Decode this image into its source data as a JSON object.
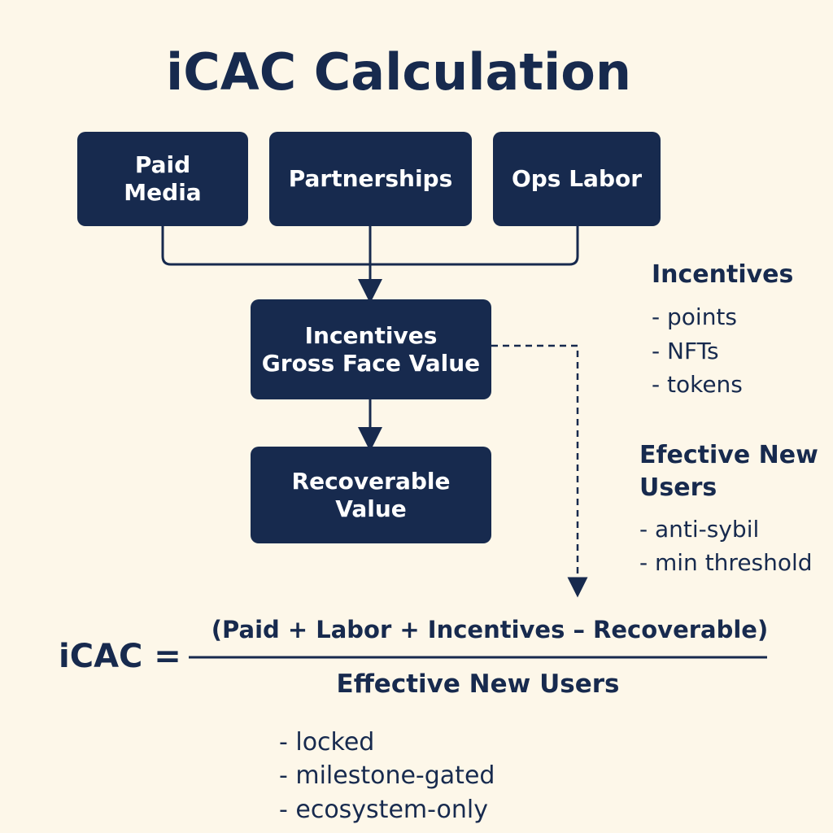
{
  "title": "iCAC Calculation",
  "boxes": {
    "paid_media": [
      "Paid",
      "Media"
    ],
    "partnerships": "Partnerships",
    "ops_labor": "Ops Labor",
    "incentives": [
      "Incentives",
      "Gross Face Value"
    ],
    "recoverable": [
      "Recoverable",
      "Value"
    ]
  },
  "incentives_note": {
    "heading": "Incentives",
    "items": [
      "- points",
      "- NFTs",
      "- tokens"
    ]
  },
  "users_note": {
    "heading": [
      "Efective New",
      "Users"
    ],
    "items": [
      "- anti-sybil",
      "- min threshold"
    ]
  },
  "formula": {
    "lhs": "iCAC =",
    "numerator": "(Paid + Labor + Incentives – Recoverable)",
    "denominator": "Effective New Users"
  },
  "recoverable_note": {
    "items": [
      "- locked",
      "- milestone-gated",
      "- ecosystem-only"
    ]
  },
  "colors": {
    "background": "#fdf7e9",
    "navy": "#172a4e"
  }
}
